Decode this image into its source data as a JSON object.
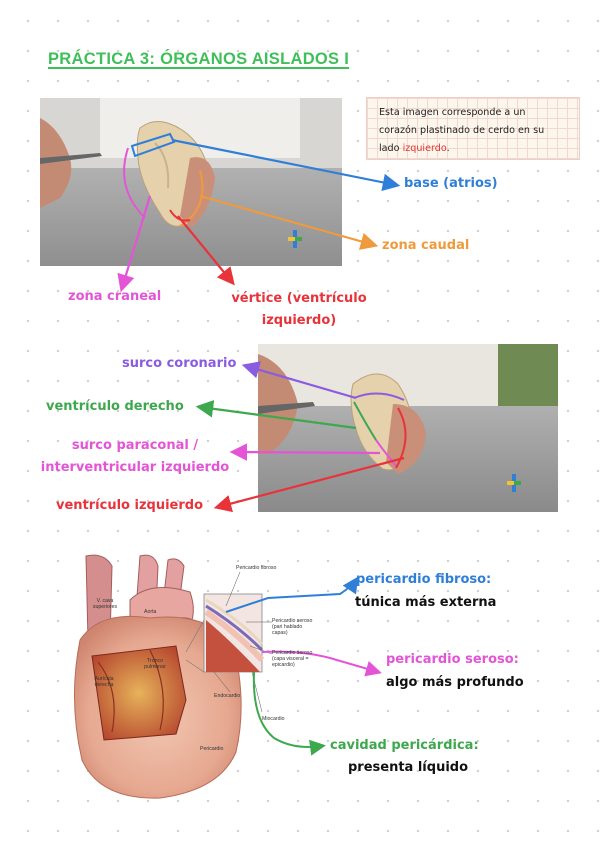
{
  "title": "PRÁCTICA 3: ÓRGANOS AISLADOS I",
  "note": {
    "line1": "Esta imagen corresponde a un",
    "line2": "corazón plastinado de cerdo en su",
    "line3_prefix": "lado ",
    "line3_red": "izquierdo",
    "line3_suffix": "."
  },
  "section1": {
    "base": "base (atrios)",
    "caudal": "zona caudal",
    "craneal": "zona craneal",
    "vertice_1": "vértice (ventrículo",
    "vertice_2": "izquierdo)"
  },
  "section2": {
    "coronario": "surco coronario",
    "derecho": "ventrículo derecho",
    "paraconal_1": "surco paraconal /",
    "paraconal_2": "interventricular izquierdo",
    "izquierdo": "ventrículo izquierdo"
  },
  "section3": {
    "fibroso_title": "pericardio fibroso:",
    "fibroso_desc": "túnica más externa",
    "seroso_title": "pericardio seroso:",
    "seroso_desc": "algo más profundo",
    "cavidad_title": "cavidad pericárdica:",
    "cavidad_desc": "presenta líquido",
    "diagram_labels": {
      "vcava": "V. cava superiores",
      "aorta": "Aorta",
      "tronco": "Tronco pulmonar",
      "auricula": "Aurícula derecha",
      "pericardio": "Pericardio",
      "p_fibroso": "Pericardio fibroso",
      "p_parietal": "Pericardio seroso (pari hablado capas)",
      "p_visceral": "Pericardio seroso (capa visceral = epicardio)",
      "endocardio": "Endocardio",
      "miocardio": "Miocardio"
    }
  },
  "colors": {
    "title": "#3fbf5a",
    "blue": "#2f7fd8",
    "orange": "#f09a3e",
    "magenta": "#e454d6",
    "red": "#e8333a",
    "purple": "#8a5ce0",
    "green": "#3ea84e",
    "black": "#111111"
  }
}
